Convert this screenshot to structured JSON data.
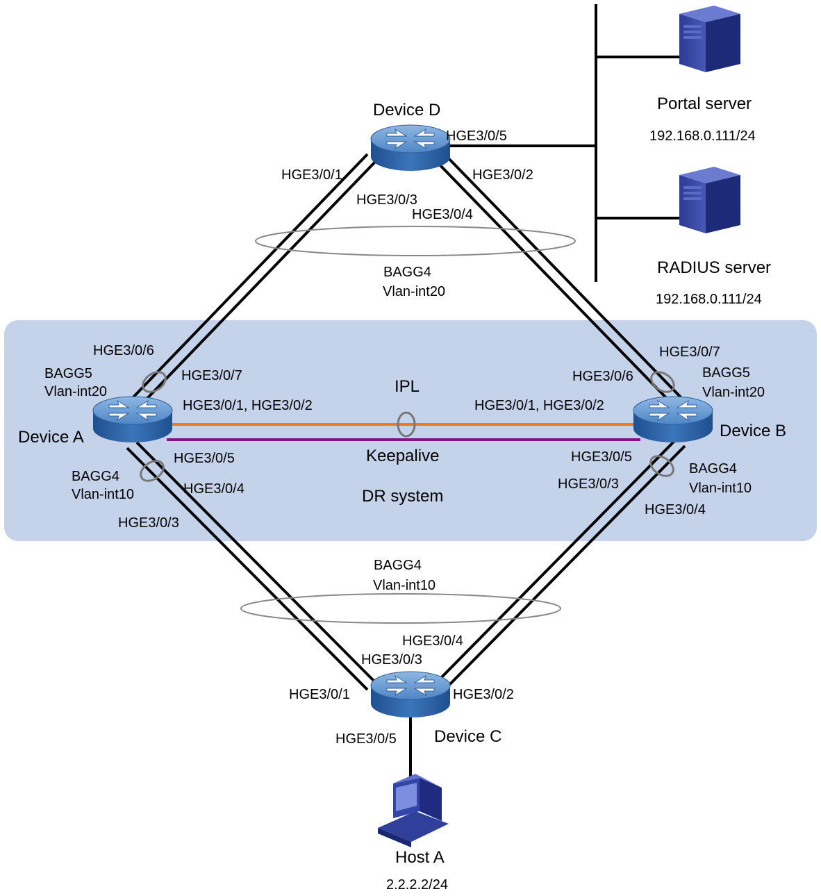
{
  "devices": {
    "device_d": "Device D",
    "device_a": "Device A",
    "device_b": "Device B",
    "device_c": "Device C",
    "host_a": "Host A",
    "portal_server": "Portal server",
    "radius_server": "RADIUS server"
  },
  "addresses": {
    "portal_ip": "192.168.0.111/24",
    "radius_ip": "192.168.0.111/24",
    "host_ip": "2.2.2.2/24"
  },
  "ports": {
    "d_hge5": "HGE3/0/5",
    "d_hge1": "HGE3/0/1",
    "d_hge2": "HGE3/0/2",
    "d_hge3": "HGE3/0/3",
    "d_hge4": "HGE3/0/4",
    "a_hge6": "HGE3/0/6",
    "a_hge7": "HGE3/0/7",
    "a_hge12": "HGE3/0/1, HGE3/0/2",
    "a_hge5": "HGE3/0/5",
    "a_hge4": "HGE3/0/4",
    "a_hge3": "HGE3/0/3",
    "b_hge7": "HGE3/0/7",
    "b_hge6": "HGE3/0/6",
    "b_hge12": "HGE3/0/1, HGE3/0/2",
    "b_hge5": "HGE3/0/5",
    "b_hge3": "HGE3/0/3",
    "b_hge4": "HGE3/0/4",
    "c_hge4": "HGE3/0/4",
    "c_hge3": "HGE3/0/3",
    "c_hge1": "HGE3/0/1",
    "c_hge2": "HGE3/0/2",
    "c_hge5": "HGE3/0/5"
  },
  "aggregations": {
    "top_bagg": "BAGG4",
    "top_vlan": "Vlan-int20",
    "a_top_bagg": "BAGG5",
    "a_top_vlan": "Vlan-int20",
    "a_bot_bagg": "BAGG4",
    "a_bot_vlan": "Vlan-int10",
    "b_top_bagg": "BAGG5",
    "b_top_vlan": "Vlan-int20",
    "b_bot_bagg": "BAGG4",
    "b_bot_vlan": "Vlan-int10",
    "bottom_bagg": "BAGG4",
    "bottom_vlan": "Vlan-int10"
  },
  "links": {
    "ipl": "IPL",
    "keepalive": "Keepalive",
    "dr_system": "DR system"
  },
  "colors": {
    "dr_area": "#c5d3ea",
    "ipl_line": "#f07820",
    "keepalive_line": "#7b167d",
    "device_body": "#2e6ab0",
    "device_top": "#6f9fd3",
    "server_body": "#2a3a8c"
  }
}
